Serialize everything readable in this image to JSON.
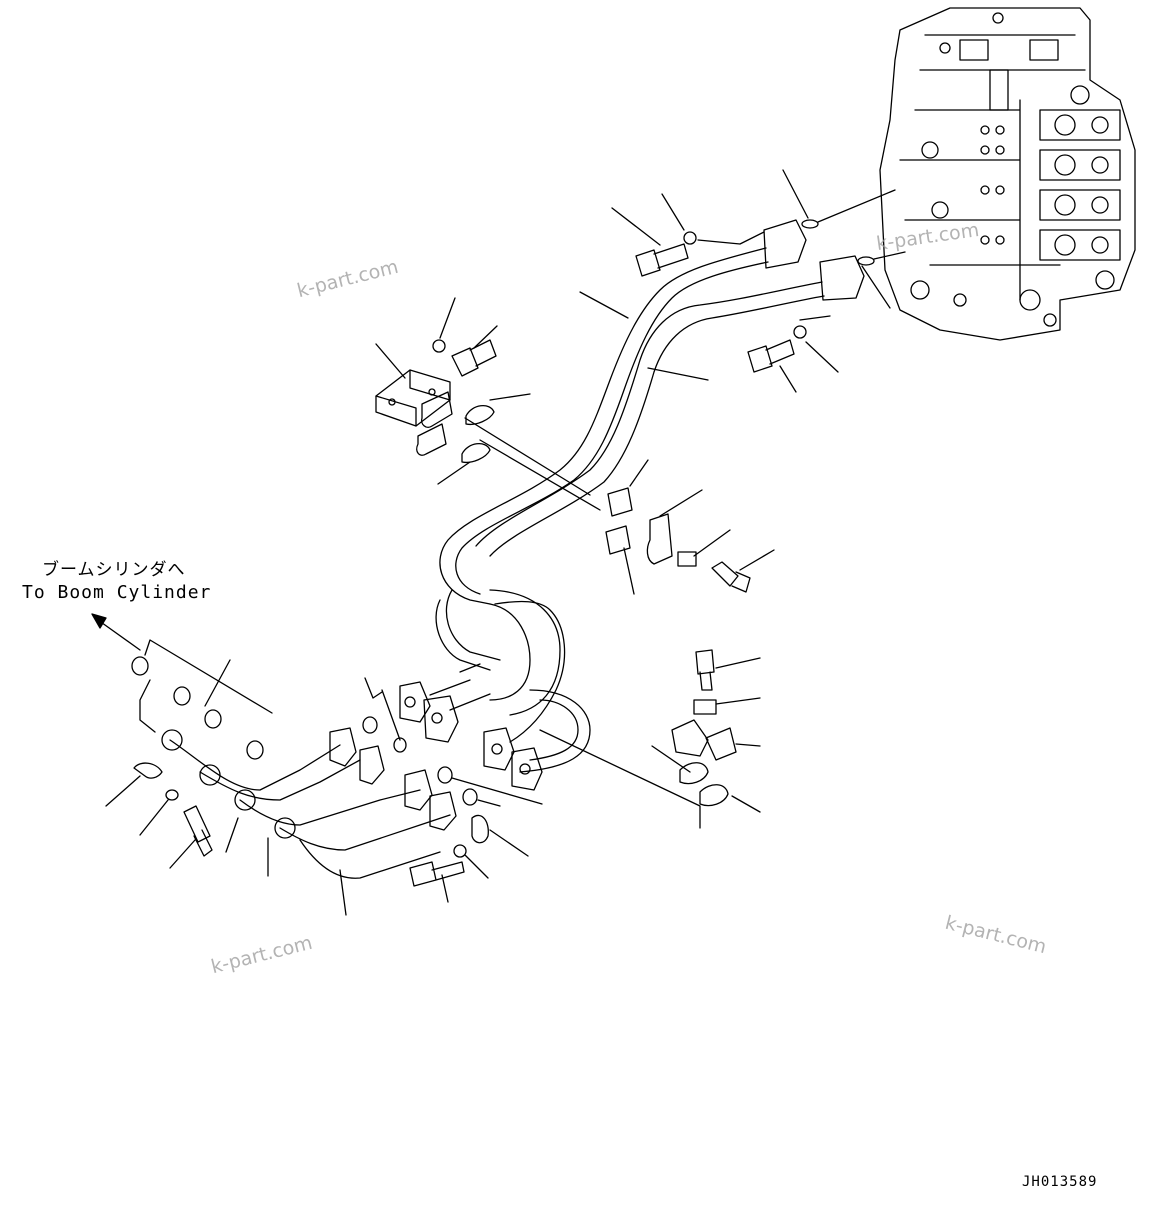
{
  "caption": {
    "japanese": "ブームシリンダへ",
    "english": "To Boom Cylinder"
  },
  "drawing_id": "JH013589",
  "watermark": "k-part.com",
  "colors": {
    "line": "#000000",
    "background": "#ffffff",
    "watermark": "#9a9a9a"
  }
}
